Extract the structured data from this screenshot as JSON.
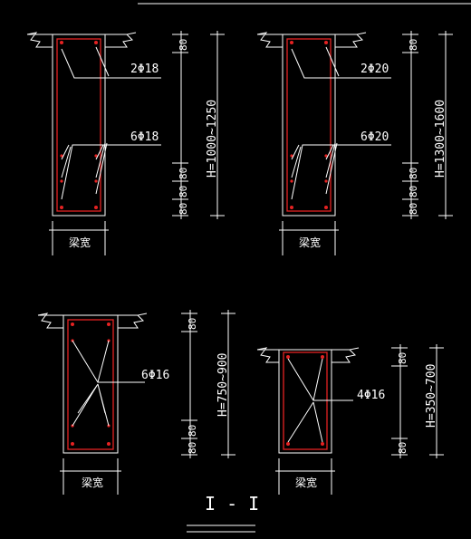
{
  "colors": {
    "background": "#000000",
    "line": "#ffffff",
    "rebar": "#e52222"
  },
  "detail_1": {
    "top_bars": "2Φ18",
    "side_bars": "6Φ18",
    "height": "H=1000~1250",
    "dim_a": "80",
    "dim_b": "80",
    "dim_c": "80",
    "dim_d": "80",
    "width_label": "梁宽"
  },
  "detail_2": {
    "top_bars": "2Φ20",
    "side_bars": "6Φ20",
    "height": "H=1300~1600",
    "dim_a": "80",
    "dim_b": "80",
    "dim_c": "80",
    "dim_d": "80",
    "width_label": "梁宽"
  },
  "detail_3": {
    "side_bars": "6Φ16",
    "height": "H=750~900",
    "dim_a": "80",
    "dim_b": "80",
    "dim_c": "80",
    "width_label": "梁宽"
  },
  "detail_4": {
    "side_bars": "4Φ16",
    "height": "H=350~700",
    "dim_a": "80",
    "dim_b": "80",
    "width_label": "梁宽"
  },
  "section_title": "I - I"
}
